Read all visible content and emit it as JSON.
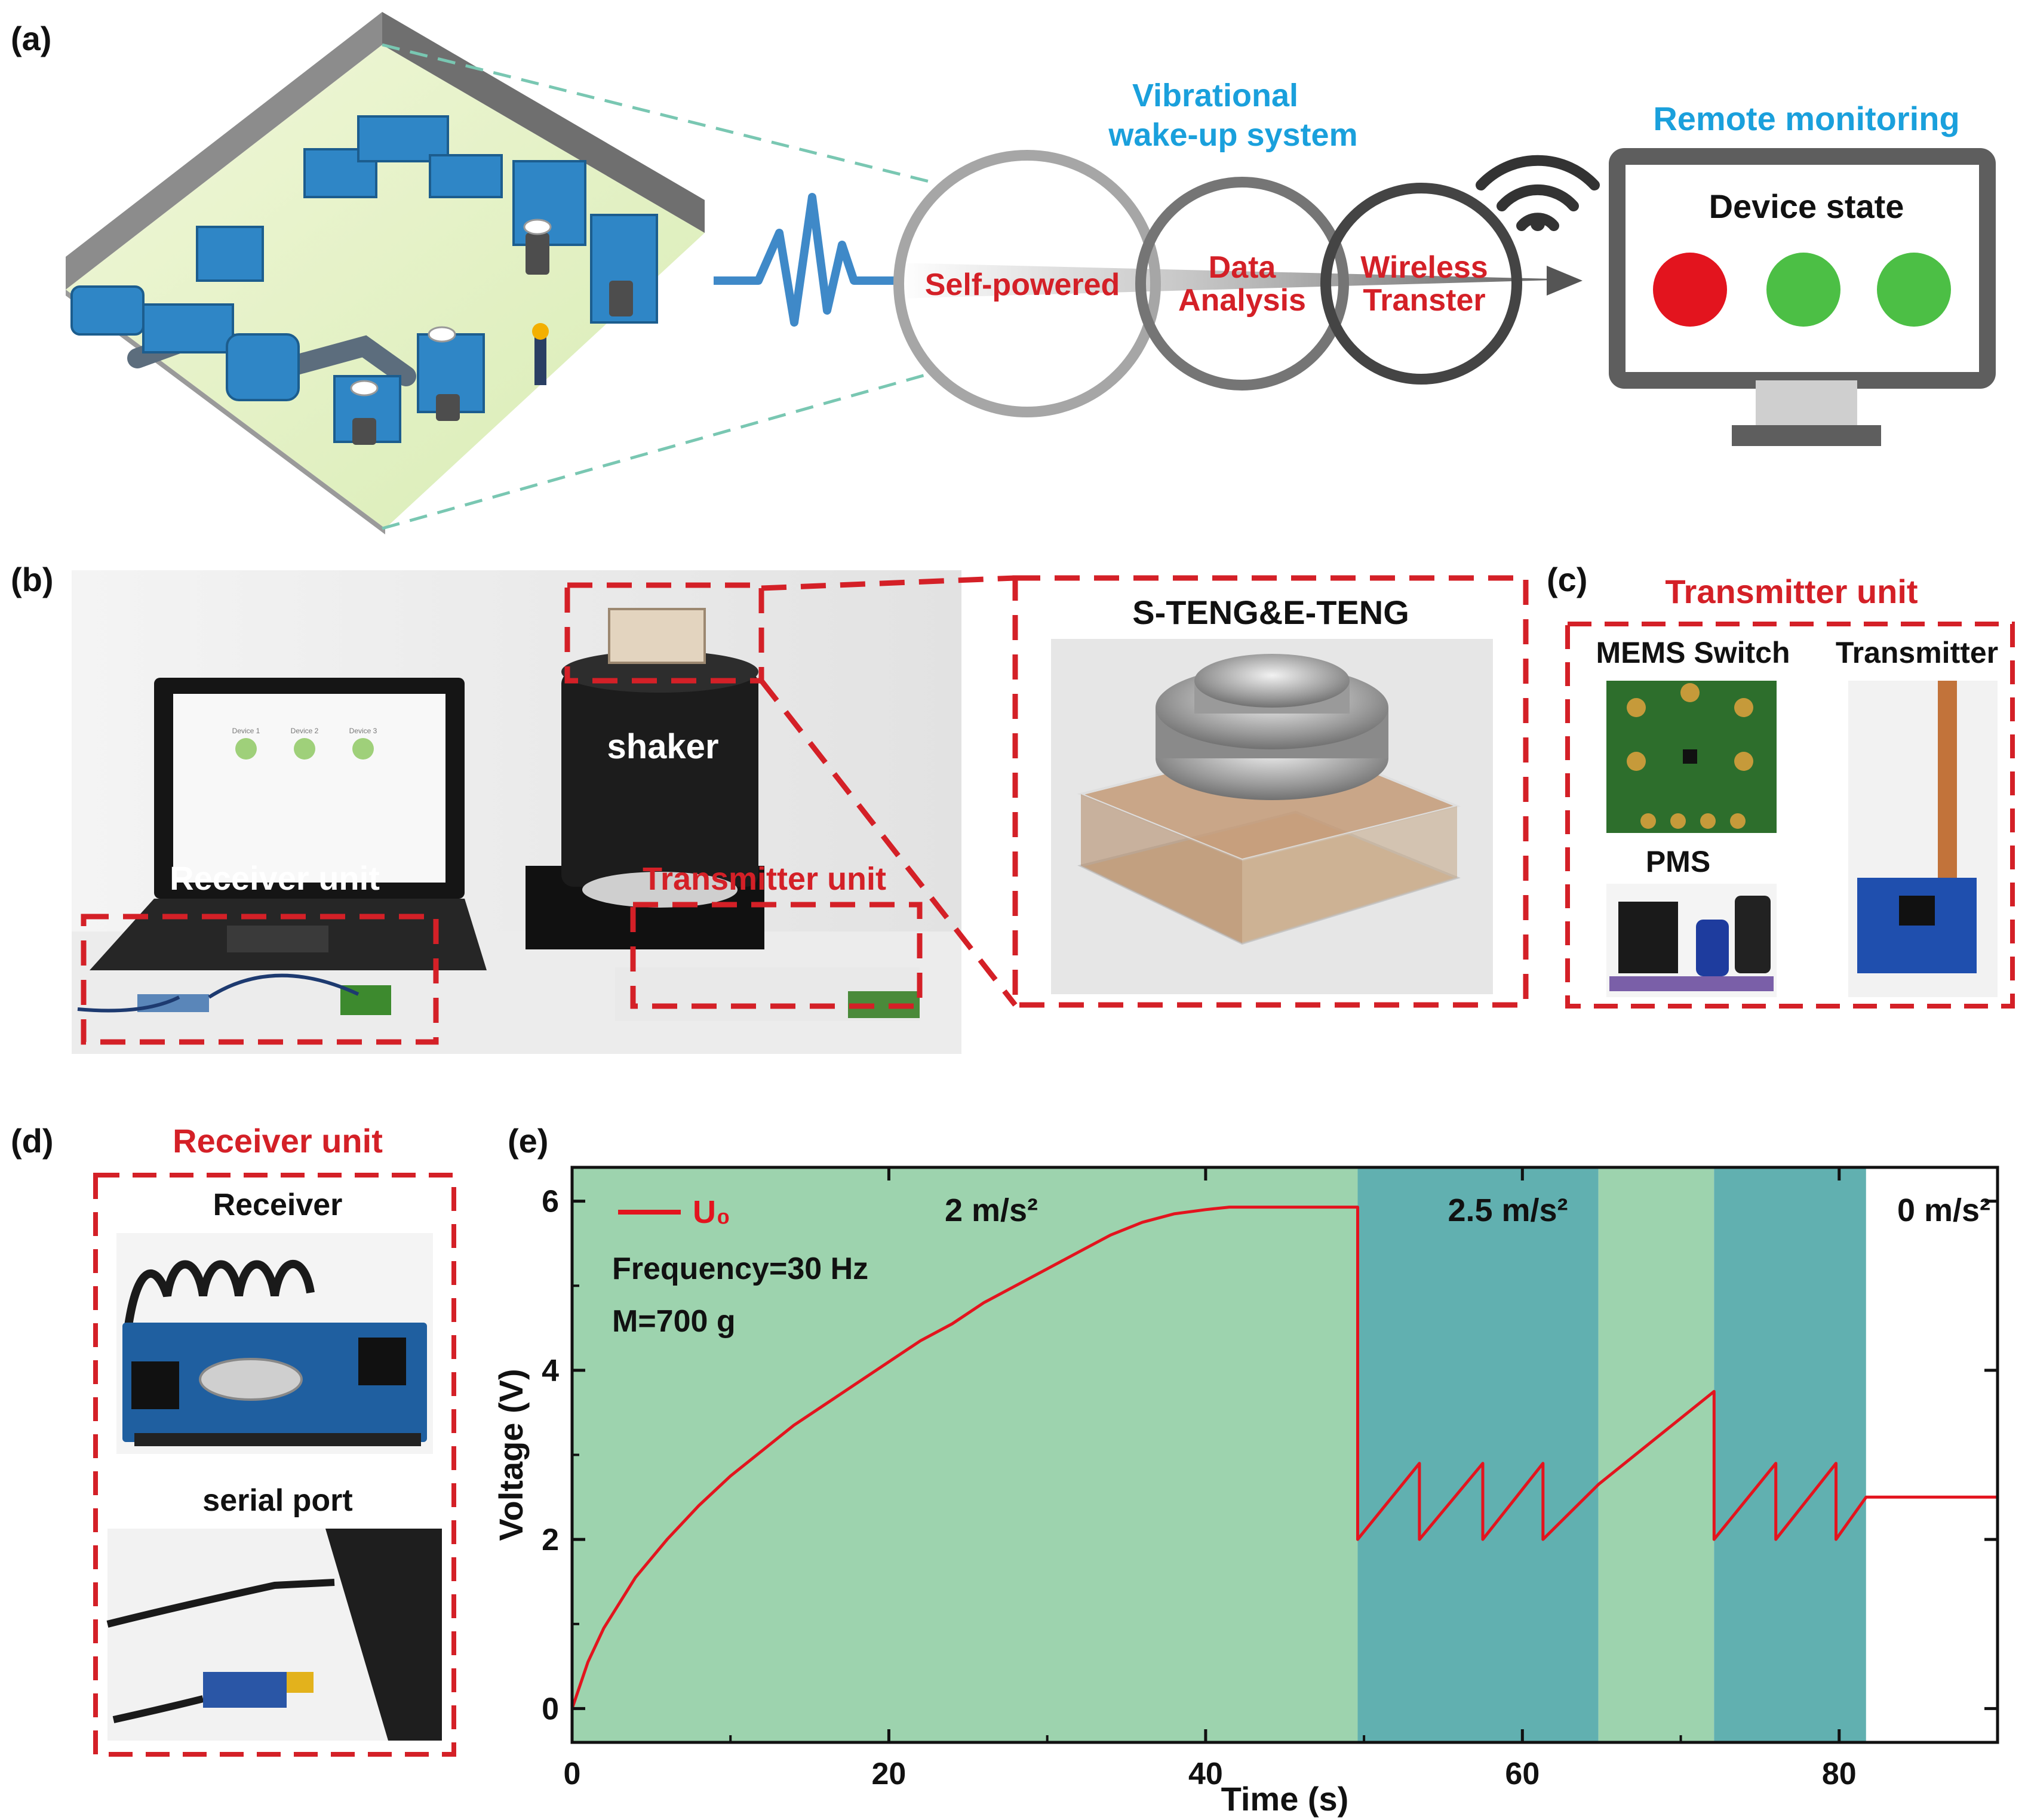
{
  "panels": {
    "a": {
      "label": "(a)",
      "system_title_line1": "Vibrational",
      "system_title_line2": "wake-up system",
      "circle1": "Self-powered",
      "circle2_line1": "Data",
      "circle2_line2": "Analysis",
      "circle3_line1": "Wireless",
      "circle3_line2": "Transter",
      "monitor_title": "Remote monitoring",
      "monitor_label": "Device state",
      "status_lights": [
        "#e3141e",
        "#4cbf45",
        "#4cbf45"
      ]
    },
    "b": {
      "label": "(b)",
      "shaker_label": "shaker",
      "receiver_label": "Receiver unit",
      "transmitter_label": "Transmitter unit",
      "teng_label": "S-TENG&E-TENG",
      "screen_devices": [
        "Device 1",
        "Device 2",
        "Device 3"
      ]
    },
    "c": {
      "label": "(c)",
      "title": "Transmitter unit",
      "mems_label": "MEMS Switch",
      "transmitter_label": "Transmitter",
      "pms_label": "PMS"
    },
    "d": {
      "label": "(d)",
      "title": "Receiver unit",
      "receiver_label": "Receiver",
      "serial_label": "serial port"
    },
    "e": {
      "label": "(e)"
    }
  },
  "colors": {
    "accent_red": "#d42027",
    "title_blue": "#1aa0dc",
    "machine_blue": "#2f86c6",
    "band_green": "#9dd3ae",
    "band_teal": "#61b0b0"
  },
  "chart_data": {
    "type": "line",
    "xlabel": "Time (s)",
    "ylabel": "Voltage (V)",
    "xlim": [
      0,
      90
    ],
    "ylim": [
      -0.4,
      6.4
    ],
    "xticks": [
      0,
      20,
      40,
      60,
      80
    ],
    "yticks": [
      0,
      2,
      4,
      6
    ],
    "legend": "U₀",
    "legend_placement": "top-left",
    "annotations": [
      "Frequency=30 Hz",
      "M=700 g"
    ],
    "bands": [
      {
        "x": [
          0,
          49.6
        ],
        "label": "2 m/s²",
        "color": "#9dd3ae"
      },
      {
        "x": [
          49.6,
          64.8
        ],
        "label": "2.5 m/s²",
        "color": "#61b0b0"
      },
      {
        "x": [
          64.8,
          72.1
        ],
        "label": "",
        "color": "#9dd3ae"
      },
      {
        "x": [
          72.1,
          81.7
        ],
        "label": "",
        "color": "#61b0b0"
      },
      {
        "x": [
          81.7,
          90
        ],
        "label": "0 m/s²",
        "color": "#ffffff"
      }
    ],
    "series": [
      {
        "name": "U₀",
        "color": "#e3141e",
        "x": [
          0,
          1,
          2,
          4,
          6,
          8,
          10,
          12,
          14,
          16,
          18,
          20,
          22,
          24,
          26,
          28,
          30,
          32,
          34,
          36,
          38,
          40,
          41.5,
          44,
          49.6,
          49.6,
          53.5,
          53.5,
          57.5,
          57.5,
          61.3,
          61.3,
          64.8,
          72.1,
          72.1,
          76.0,
          76.0,
          79.8,
          79.8,
          81.7,
          90
        ],
        "y": [
          0,
          0.55,
          0.95,
          1.55,
          2.0,
          2.4,
          2.75,
          3.05,
          3.35,
          3.6,
          3.85,
          4.1,
          4.35,
          4.55,
          4.8,
          5.0,
          5.2,
          5.4,
          5.6,
          5.75,
          5.85,
          5.9,
          5.93,
          5.93,
          5.93,
          2.0,
          2.9,
          2.0,
          2.9,
          2.0,
          2.9,
          2.0,
          2.65,
          3.75,
          2.0,
          2.9,
          2.0,
          2.9,
          2.0,
          2.5,
          2.5
        ]
      }
    ]
  }
}
